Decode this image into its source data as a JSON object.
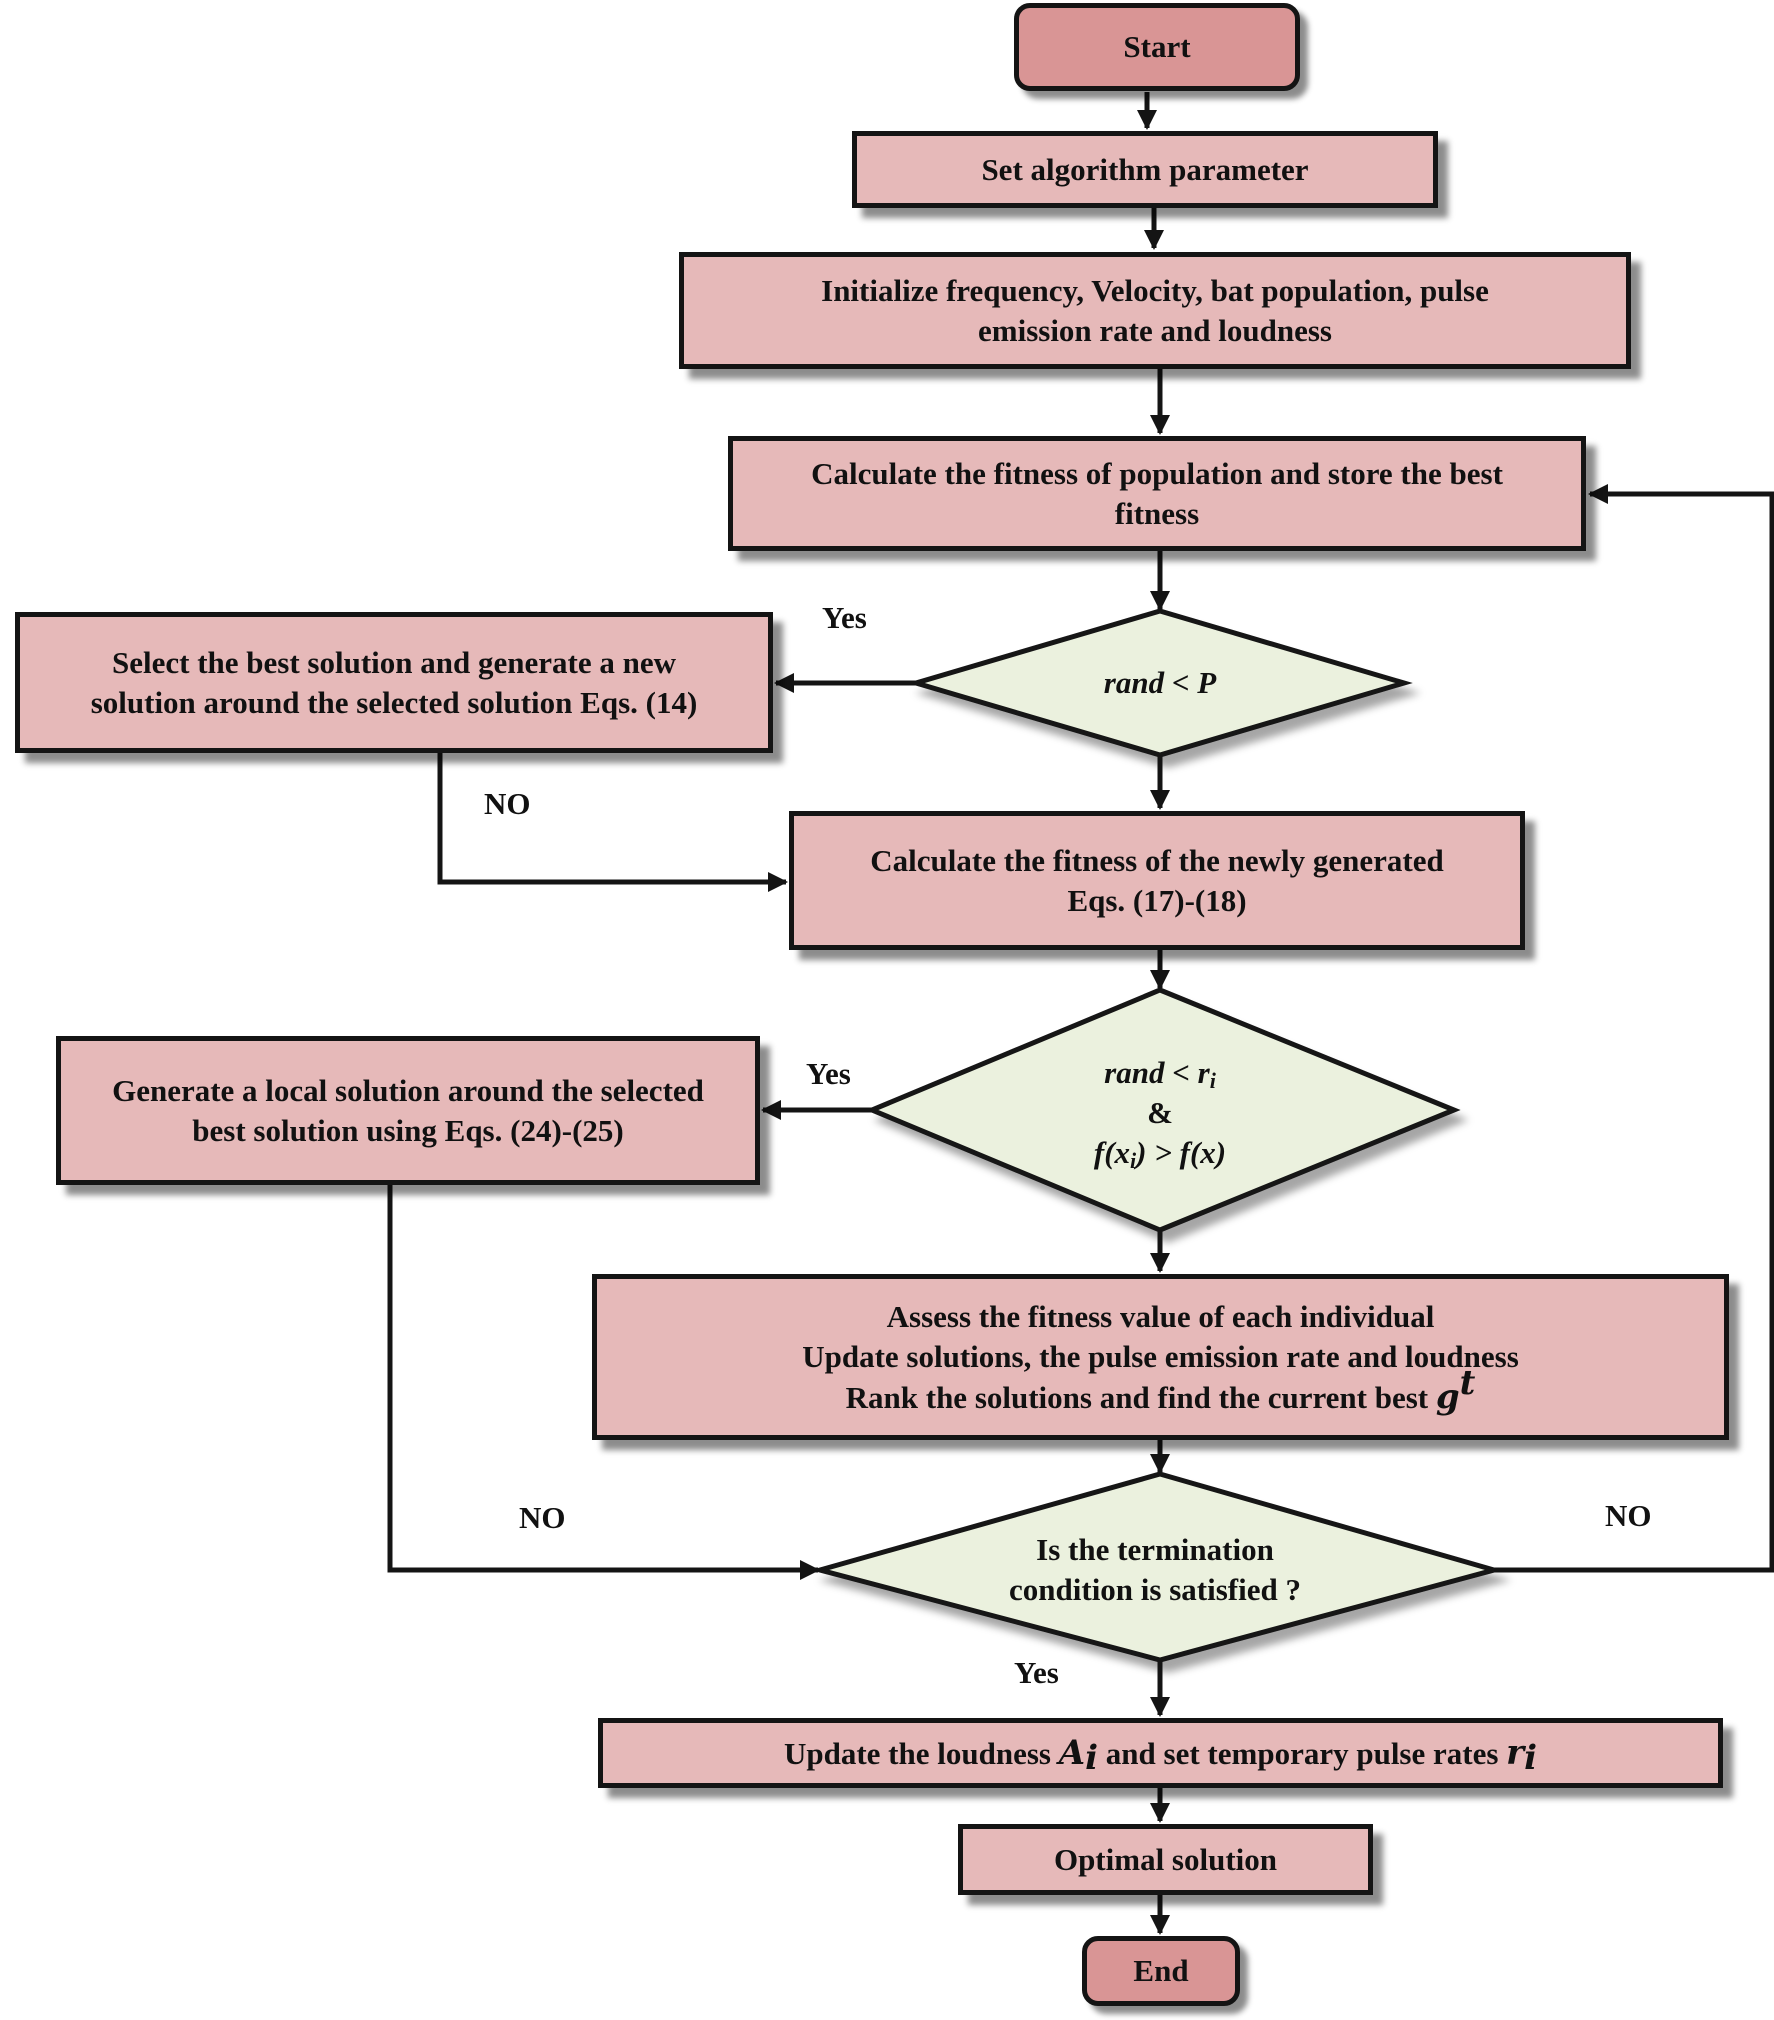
{
  "nodes": {
    "start": "Start",
    "set_params": "Set algorithm parameter",
    "initialize": [
      "Initialize frequency, Velocity, bat population, pulse",
      "emission rate and loudness"
    ],
    "calc_fitness": [
      "Calculate the fitness of population and store the best",
      "fitness"
    ],
    "decision_p": {
      "left": "rand",
      "op": " < ",
      "right": "P"
    },
    "select_best": [
      "Select the best solution and generate a new",
      "solution around the selected solution Eqs. (14)"
    ],
    "calc_new": [
      "Calculate the fitness of the newly generated",
      "Eqs. (17)-(18)"
    ],
    "decision_r": {
      "line1_left": "rand < r",
      "line1_sub": "i",
      "line2": "&",
      "line3_a": "f(x",
      "line3_sub": "i",
      "line3_b": ") > f(x)"
    },
    "local_solution": [
      "Generate a local solution around the selected",
      "best solution using Eqs. (24)-(25)"
    ],
    "assess": {
      "line1": "Assess the fitness value of each individual",
      "line2": "Update solutions, the pulse emission rate and loudness",
      "line3": "Rank the solutions and find the current best ",
      "var": "g",
      "var_sup": "t"
    },
    "termination": [
      "Is the termination",
      "condition is satisfied ?"
    ],
    "update_loudness": {
      "part1": "Update the loudness ",
      "var1": "A",
      "var1_sub": "i",
      "part2": " and set temporary pulse rates ",
      "var2": "r",
      "var2_sub": "i"
    },
    "optimal": "Optimal solution",
    "end": "End"
  },
  "edge_labels": {
    "yes_p": "Yes",
    "no_select": "NO",
    "yes_r": "Yes",
    "no_local": "NO",
    "no_loop": "NO",
    "yes_term": "Yes"
  },
  "colors": {
    "box_fill": "#e6b9b9",
    "terminal_fill": "#d99595",
    "decision_fill": "#ebf1de",
    "stroke": "#141414"
  }
}
